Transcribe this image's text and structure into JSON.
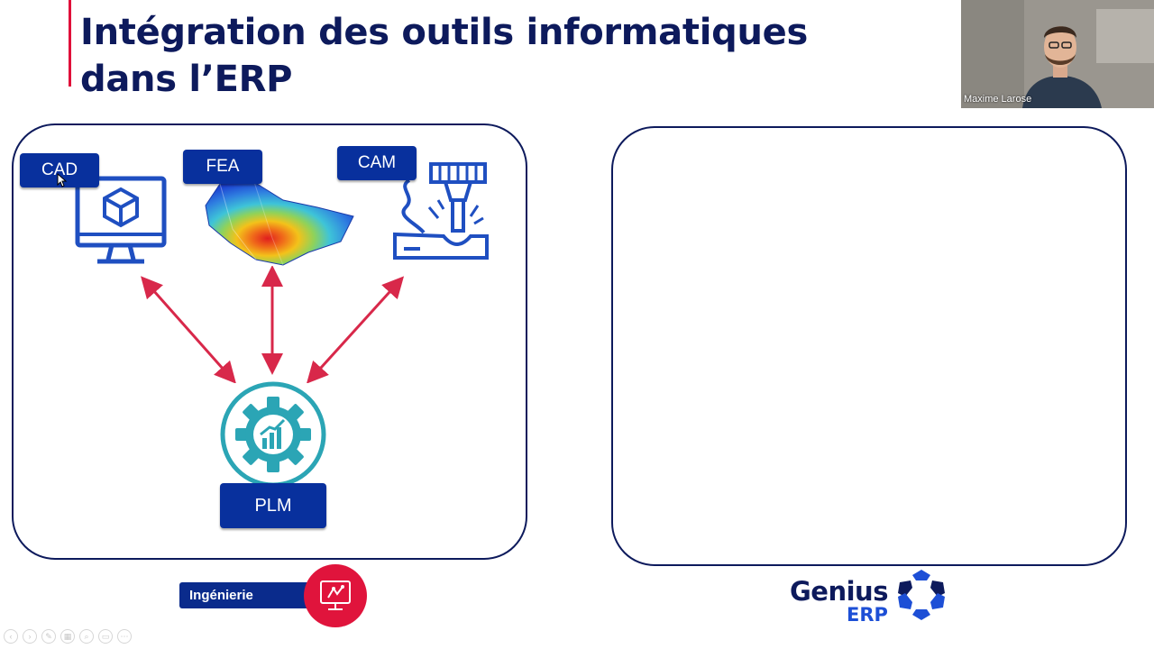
{
  "slide": {
    "title_line1": "Intégration des outils informatiques",
    "title_line2": "dans l’ERP",
    "accent_color": "#e0103a",
    "navy_color": "#0d1a5c",
    "tag_color": "#08309d"
  },
  "tools": {
    "cad": {
      "label": "CAD",
      "icon": "monitor-cube-icon"
    },
    "fea": {
      "label": "FEA",
      "icon": "fea-heatmap-icon"
    },
    "cam": {
      "label": "CAM",
      "icon": "cnc-milling-icon"
    }
  },
  "plm": {
    "label": "PLM",
    "icon": "gear-chart-icon"
  },
  "section": {
    "label": "Ingénierie",
    "icon": "design-monitor-icon"
  },
  "video": {
    "participant_name": "Maxime Larose"
  },
  "logo": {
    "name": "Genius",
    "sub": "ERP"
  }
}
